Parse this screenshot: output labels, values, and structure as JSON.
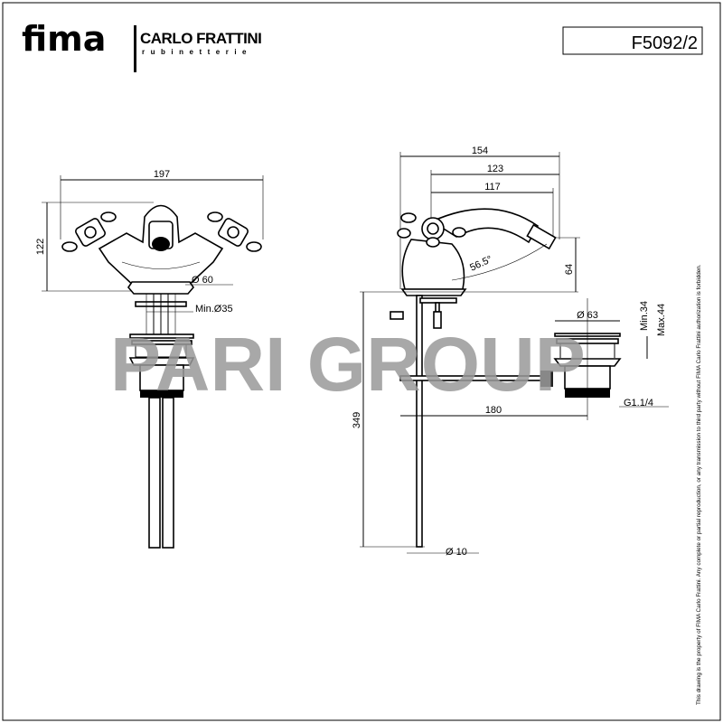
{
  "logo": {
    "brand": "fima",
    "name": "CARLO FRATTINI",
    "sub": "rubinetterie"
  },
  "code": "F5092/2",
  "watermark": "PARI GROUP",
  "disclaimer": "This drawing is the property of FIMA Carlo Frattini. Any complete or partial reproduction, or any transmission to third party without FIMA Carlo Frattini authorization is forbidden.",
  "front_view": {
    "width": "197",
    "height": "122",
    "base_diameter": "Ø 60",
    "hole": "Min.Ø35"
  },
  "side_view": {
    "total_depth": "154",
    "spout_reach": "123",
    "spout_outlet": "117",
    "angle": "56.5°",
    "spout_height": "64",
    "total_length": "349",
    "drain_diameter": "Ø 63",
    "min_thickness": "Min.34",
    "max_thickness": "Max.44",
    "thread": "G1.1/4",
    "rod_length": "180",
    "rod_diameter": "Ø 10"
  }
}
